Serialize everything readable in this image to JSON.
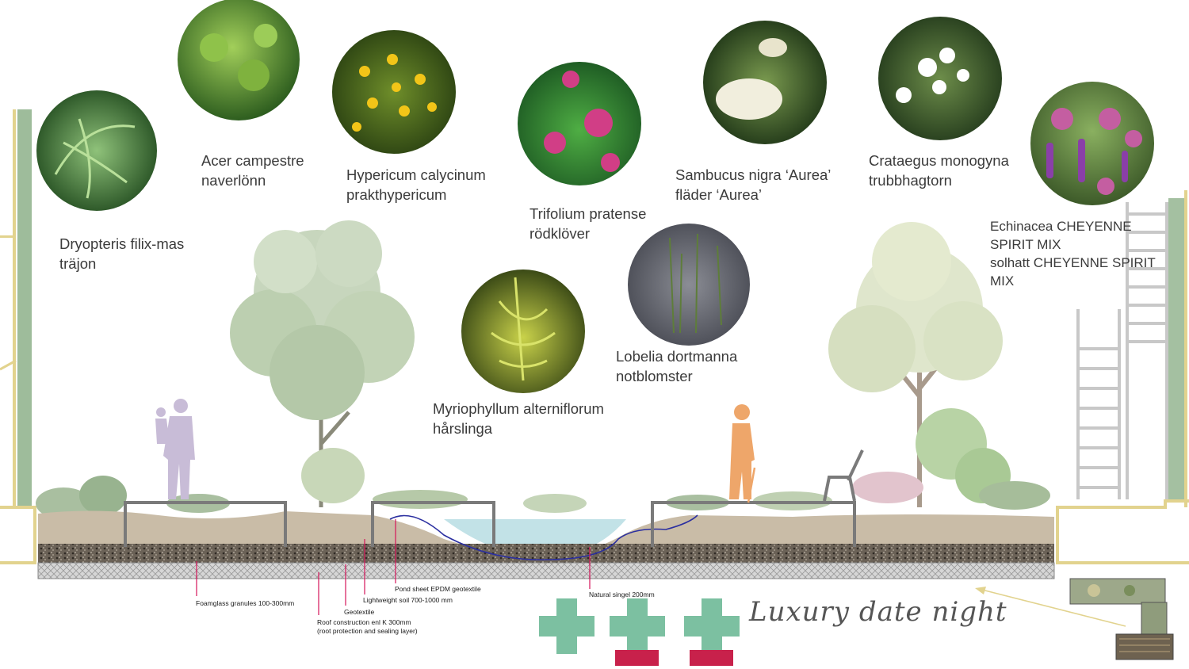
{
  "plants": [
    {
      "latin": "Dryopteris filix-mas",
      "common": "träjon"
    },
    {
      "latin": "Acer campestre",
      "common": "naverlönn"
    },
    {
      "latin": "Hypericum calycinum",
      "common": "prakthypericum"
    },
    {
      "latin": "Trifolium pratense",
      "common": "rödklöver"
    },
    {
      "latin": "Sambucus nigra ‘Aurea’",
      "common": "fläder ‘Aurea’"
    },
    {
      "latin": "Crataegus monogyna",
      "common": "trubbhagtorn"
    },
    {
      "latin": "Lobelia dortmanna",
      "common": "notblomster"
    },
    {
      "latin": "Myriophyllum  alterniflorum",
      "common": "hårslinga"
    }
  ],
  "echinacea": {
    "line1": "Echinacea CHEYENNE",
    "line2": "SPIRIT MIX",
    "line3": "solhatt CHEYENNE SPIRIT",
    "line4": "MIX"
  },
  "layers": {
    "foamglass": "Foamglass granules 100-300mm",
    "roof_line1": "Roof construction enl K 300mm",
    "roof_line2": "(root protection and sealing layer)",
    "geotextile": "Geotextile",
    "lightweight": "Lightweight soil 700-1000 mm",
    "pond": "Pond sheet EPDM geotextile",
    "singel": "Natural singel 200mm"
  },
  "caption": "Luxury date night",
  "colors": {
    "soil": "#c9bca7",
    "gravel": "#4a4238",
    "concrete": "#cfcfcf",
    "frame": "#7a7a7a",
    "wall_edge": "#e2d38e",
    "greenery": "#8db08a",
    "pond_water": "#b7dde3",
    "pond_liner": "#2b2fa0",
    "leader": "#d4145a",
    "cross": "#7cc0a1",
    "bar": "#c8214b",
    "person_lilac": "#c8bcd7",
    "person_orange": "#eea66a"
  },
  "icons": {
    "circles": [
      "fern-photo",
      "maple-photo",
      "hypericum-photo",
      "clover-photo",
      "elder-photo",
      "hawthorn-photo",
      "echinacea-photo",
      "lobelia-photo",
      "myriophyllum-photo"
    ],
    "cross": "plus-icon",
    "bar": "minus-icon",
    "plan": "site-plan-thumbnail"
  }
}
